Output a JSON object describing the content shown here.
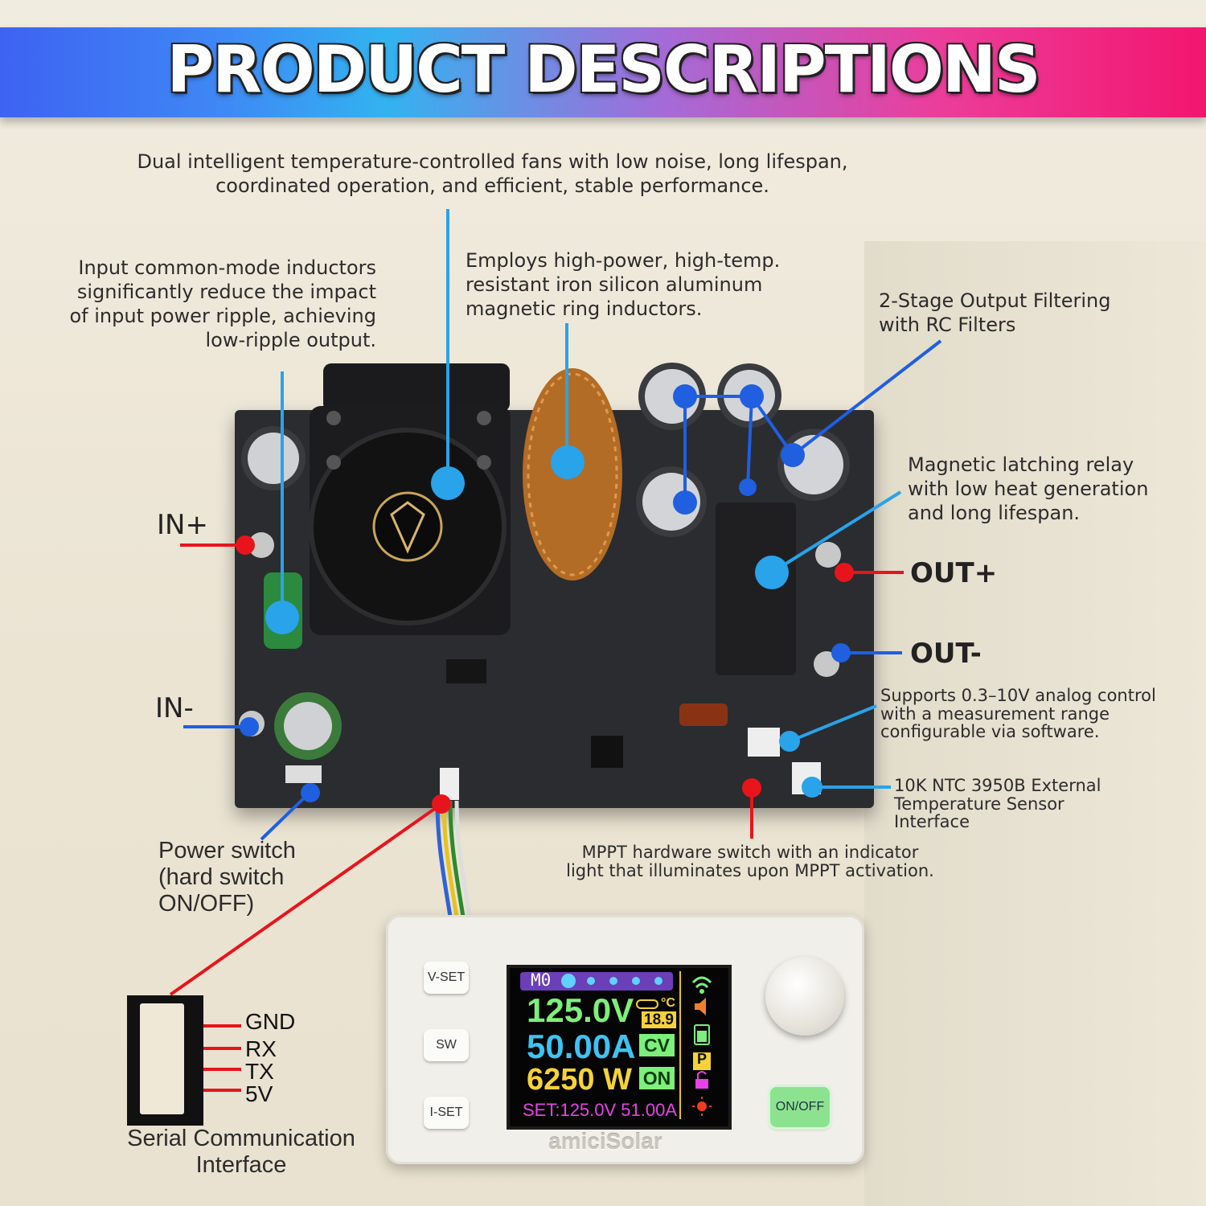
{
  "banner": {
    "title": "PRODUCT DESCRIPTIONS"
  },
  "callouts": {
    "fans": [
      "Dual intelligent temperature-controlled fans with low noise, long lifespan,",
      "coordinated operation, and efficient, stable performance."
    ],
    "input_inductors": [
      "Input common-mode inductors",
      "significantly reduce the impact",
      "of input power ripple, achieving",
      "low-ripple output."
    ],
    "ring_inductors": [
      "Employs high-power, high-temp.",
      "resistant iron silicon aluminum",
      "magnetic ring inductors."
    ],
    "output_filter": [
      "2-Stage Output Filtering",
      "with RC Filters"
    ],
    "relay": [
      "Magnetic latching relay",
      "with low heat generation",
      "and long lifespan."
    ],
    "analog_control": [
      "Supports 0.3–10V analog control",
      "with a measurement range",
      "configurable via software."
    ],
    "ntc": [
      "10K NTC 3950B External",
      "Temperature Sensor",
      "Interface"
    ],
    "mppt": [
      "MPPT hardware switch with an indicator",
      "light that illuminates upon MPPT activation."
    ],
    "power_switch": [
      "Power switch",
      "(hard switch",
      "ON/OFF)"
    ],
    "serial": [
      "Serial Communication",
      "Interface"
    ]
  },
  "terminals": {
    "in_plus": "IN+",
    "in_minus": "IN-",
    "out_plus": "OUT+",
    "out_minus": "OUT-"
  },
  "serial_pins": [
    "GND",
    "RX",
    "TX",
    "5V"
  ],
  "module": {
    "buttons": {
      "vset": "V-SET",
      "sw": "SW",
      "iset": "I-SET",
      "onoff": "ON/OFF"
    },
    "brand": "amiciSolar",
    "screen": {
      "mode": "M0",
      "voltage": "125.0V",
      "current": "50.00A",
      "power": "6250 W",
      "temp_unit": "°C",
      "temperature": "18.9",
      "status_cv": "CV",
      "status_on": "ON",
      "icon_p": "P",
      "set_line": "SET:125.0V 51.00A"
    }
  },
  "colors": {
    "red": "#e8141c",
    "blue": "#1f5fe0",
    "light_blue": "#29a3ea",
    "voltage": "#7cf07a",
    "current": "#3ec3f2",
    "power": "#f5d23a",
    "set": "#e642e6"
  }
}
